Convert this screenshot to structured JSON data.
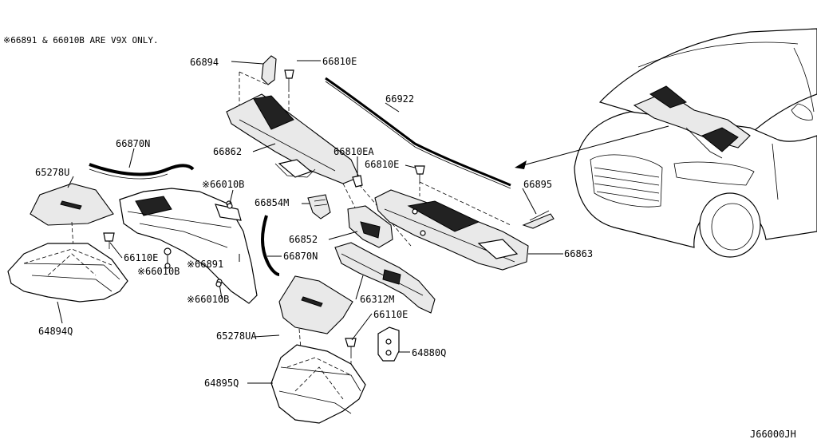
{
  "note": "※66891 & 66010B ARE V9X ONLY.",
  "diagram_code": "J66000JH",
  "labels": {
    "p66894": "66894",
    "p66810E_a": "66810E",
    "p66922": "66922",
    "p66870N_a": "66870N",
    "p65278U": "65278U",
    "p66862": "66862",
    "p66010B_a": "※66010B",
    "p66810EA": "66810EA",
    "p66810E_b": "66810E",
    "p66895": "66895",
    "p66854M": "66854M",
    "p66852": "66852",
    "p66110E_a": "66110E",
    "p66891": "※66891",
    "p66010B_b": "※66010B",
    "p66870N_b": "66870N",
    "p66863": "66863",
    "p66010B_c": "※66010B",
    "p66312M": "66312M",
    "p64894Q": "64894Q",
    "p65278UA": "65278UA",
    "p66110E_b": "66110E",
    "p64880Q": "64880Q",
    "p64895Q": "64895Q"
  }
}
